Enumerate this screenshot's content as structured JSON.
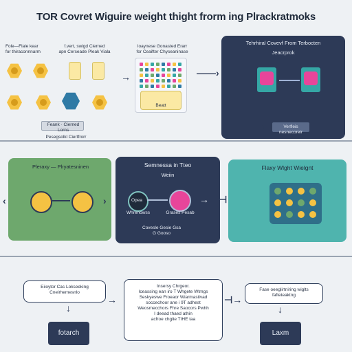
{
  "title": "TOR Covret Wiguire weight thight frorm ing Plrackratmoks",
  "top_left": {
    "label": "Fole—Flale kear\nfor thiraconnnarm",
    "label_right": "f.vert, swigd Cierned\napn Cerseade Pleak Viala",
    "caption": "Feank · Cierned Lorns",
    "caption2": "Pesegsolkl Ciertfrorr"
  },
  "top_mid": {
    "label": "Ioaynese Gonasted Erarr\nfor Ceaifter Chyseaninase",
    "sublabel": "Beatt"
  },
  "top_right": {
    "label": "Tehrhiral Covevf From Terbocten",
    "sublabel": "Jeacrprok",
    "badge": "Verfleis nesnecoreir"
  },
  "mid_left": {
    "label": "Pleraxy — Plryatesninen"
  },
  "mid_center": {
    "label": "Semnessa in Tteo",
    "sublabel": "Weiin",
    "node_left": "Opea",
    "node_left_caption": "Whrenowss",
    "node_right_caption": "Grases Pesab",
    "footer": "Covesle Gesie Gsa\nG Gooso"
  },
  "mid_right": {
    "label": "Flaxy Wlght Wielgnt"
  },
  "bottom_left": {
    "box": "Eiioytor Cas Lokseeking\nCneirhemesnlo",
    "dark": "fotarch"
  },
  "bottom_center": {
    "box": "Insersy Chrgeor.\nIceassing ean iro T Whgete Wtmgs\nSeskyeswe Froeaor Wiarmastivad\nsoccechoor ane i 9T adhest\nWeosmecchors Fhre Saocors Pwhh\nI deead thaed athin\nacfroe chgite TIHE taa"
  },
  "bottom_right": {
    "box": "Fase oeeglirtniring wiglts\nfafteteaktng",
    "dark": "Laxm"
  },
  "colors": {
    "navy": "#2d3a57",
    "green": "#6ea86d",
    "teal": "#4fb4ae",
    "yellow": "#f5c243",
    "pink": "#e8459a"
  }
}
